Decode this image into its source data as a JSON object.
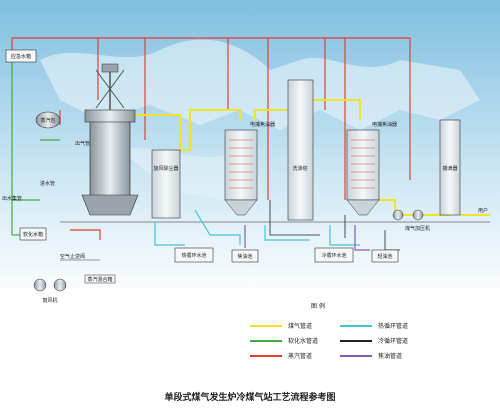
{
  "title": "单段式煤气发生炉冷煤气站工艺流程参考图",
  "legend": {
    "heading": "图 例",
    "items": [
      {
        "label": "煤气管道",
        "color": "#f2e32a"
      },
      {
        "label": "软化水管道",
        "color": "#44a844"
      },
      {
        "label": "蒸汽管道",
        "color": "#e0403a"
      },
      {
        "label": "热循环管道",
        "color": "#45c4d8"
      },
      {
        "label": "冷循环管道",
        "color": "#222222"
      },
      {
        "label": "焦油管道",
        "color": "#8b5ab8"
      }
    ]
  },
  "labels": {
    "emergency_tank": "应急水箱",
    "steam_drum": "蒸汽包",
    "steam_pipe": "出气管",
    "water_inlet": "进水管",
    "water_outlet": "出水集管",
    "softened_tank": "软化水箱",
    "air_saturator": "空气止逆阀",
    "steam_mixer": "蒸汽混合箱",
    "blower": "鼓风机",
    "cyclone": "旋风除尘器",
    "ep1": "电捕焦油器",
    "ep2": "电捕焦油器",
    "washing_tower": "洗涤塔",
    "hot_pool": "热循环水池",
    "tar_pool1": "焦油池",
    "cold_pool": "冷循环水池",
    "tar_pool2": "轻油池",
    "booster": "煤气加压机",
    "dryer": "捕滴器",
    "user": "用户"
  },
  "colors": {
    "gas": "#f2e32a",
    "soft_water": "#44a844",
    "steam": "#e0403a",
    "hot_loop": "#45c4d8",
    "cold_loop": "#222222",
    "tar": "#8b5ab8",
    "sky": "#bfe0f0"
  }
}
